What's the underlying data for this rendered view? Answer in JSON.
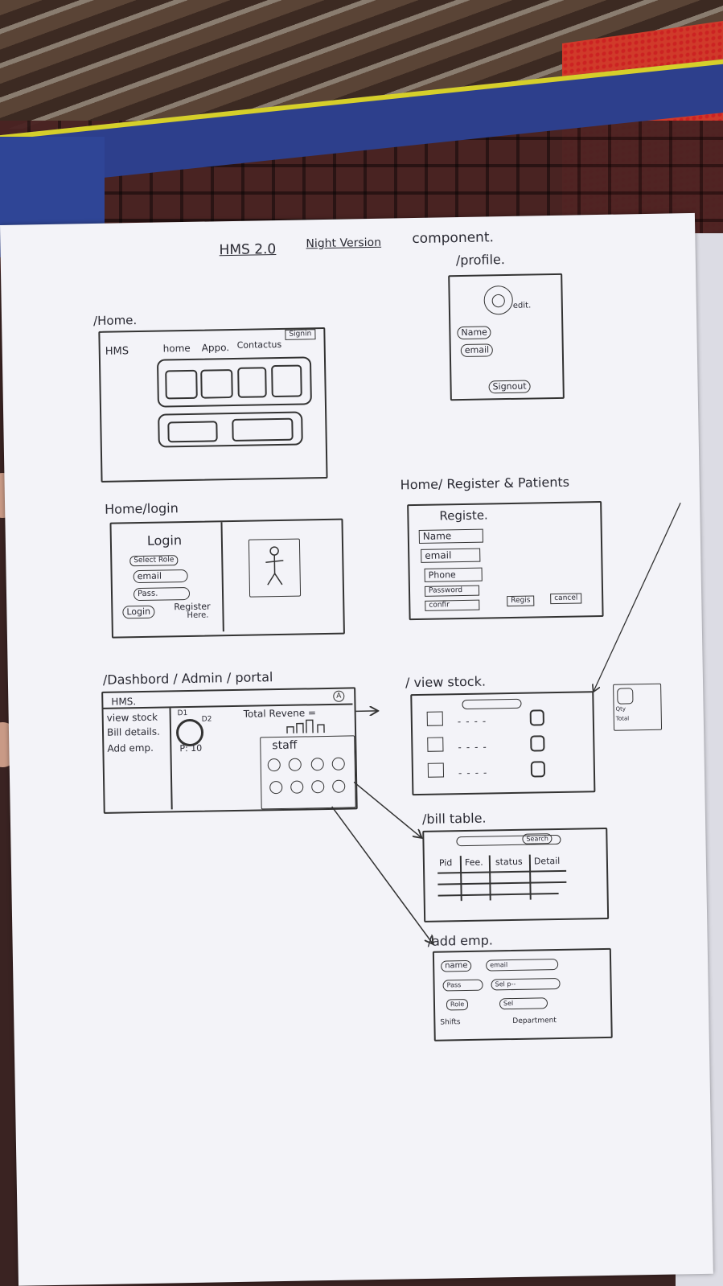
{
  "title": "HMS 2.0",
  "title_note": "Night Version",
  "component_label": "component.",
  "profile": {
    "route": "/profile.",
    "edit": "edit.",
    "name": "Name",
    "email": "email",
    "signout": "Signout"
  },
  "home": {
    "route": "/Home.",
    "logo": "HMS",
    "nav": [
      "home",
      "Appo.",
      "Contactus",
      "Signin"
    ]
  },
  "login": {
    "route": "Home/login",
    "heading": "Login",
    "select_role": "Select Role",
    "email": "email",
    "pass": "Pass.",
    "login_button": "Login",
    "register": "Register",
    "register_here": "Here."
  },
  "register": {
    "route": "Home/ Register & Patients",
    "heading": "Registe.",
    "fields": [
      "Name",
      "email",
      "Phone",
      "Password",
      "confir"
    ],
    "register_button": "Regis",
    "cancel_button": "cancel"
  },
  "dashboard": {
    "route": "/Dashbord / Admin / portal",
    "logo": "HMS.",
    "menu": [
      "view stock",
      "Bill details.",
      "Add emp."
    ],
    "d1": "D1",
    "d2": "D2",
    "p_count": "P: 10",
    "total_revenue": "Total Revene =",
    "staff": "staff",
    "avatar_badge": "A"
  },
  "stock": {
    "route": "/ view stock."
  },
  "bill": {
    "route": "/bill table.",
    "search": "Search",
    "columns": [
      "Pid",
      "Fee.",
      "status",
      "Detail"
    ]
  },
  "add_emp": {
    "route": "/add emp.",
    "fields": [
      "name",
      "email",
      "Pass",
      "Sel p--",
      "Role",
      "Sel"
    ],
    "dept_left": "Shifts",
    "dept_right": "Department"
  },
  "stock_card": {
    "qty": "Qty",
    "total": "Total"
  }
}
